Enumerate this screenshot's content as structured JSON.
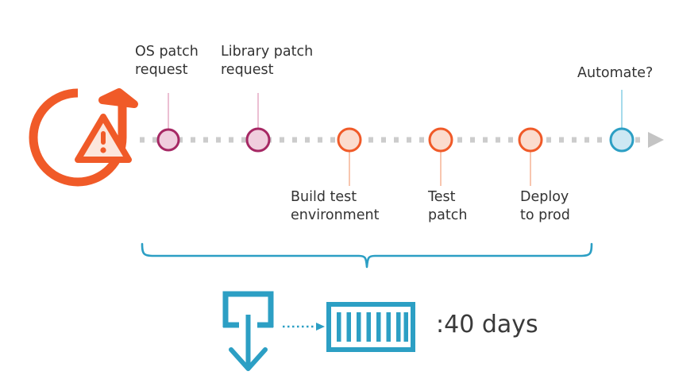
{
  "diagram": {
    "title_text_present": false,
    "colors": {
      "orange": "#F05A28",
      "orange_light": "#FBDCCE",
      "magenta": "#A62864",
      "magenta_light": "#F0CEDE",
      "blue": "#2C9FC4",
      "blue_light": "#CDE8F3",
      "gray_track": "#CCCCCC",
      "text": "#333333",
      "stem_pink": "#E8AFC8",
      "stem_orange": "#F7B89B",
      "stem_blue": "#8FD2E6"
    },
    "alert_icon": {
      "name": "recurring-warning-icon",
      "description": "circular arrow around warning triangle"
    },
    "timeline": {
      "axis_name": "timeline-track",
      "arrow_end": "timeline-arrowhead",
      "nodes": [
        {
          "id": "os-patch-request",
          "label": "OS patch\nrequest",
          "label_side": "above",
          "color": "magenta"
        },
        {
          "id": "library-patch-request",
          "label": "Library patch\nrequest",
          "label_side": "above",
          "color": "magenta"
        },
        {
          "id": "build-test-environment",
          "label": "Build test\nenvironment",
          "label_side": "below",
          "color": "orange"
        },
        {
          "id": "test-patch",
          "label": "Test\npatch",
          "label_side": "below",
          "color": "orange"
        },
        {
          "id": "deploy-to-prod",
          "label": "Deploy\nto prod",
          "label_side": "below",
          "color": "orange"
        },
        {
          "id": "automate",
          "label": "Automate?",
          "label_side": "above",
          "color": "blue"
        }
      ]
    },
    "labels": {
      "os_patch_line1": "OS patch",
      "os_patch_line2": "request",
      "library_patch_line1": "Library patch",
      "library_patch_line2": "request",
      "build_test_line1": "Build test",
      "build_test_line2": "environment",
      "test_patch_line1": "Test",
      "test_patch_line2": "patch",
      "deploy_prod_line1": "Deploy",
      "deploy_prod_line2": "to prod",
      "automate": "Automate?"
    },
    "brace": {
      "name": "duration-brace",
      "spans_nodes": [
        "os-patch-request",
        "deploy-to-prod"
      ]
    },
    "summary": {
      "deploy_icon_name": "deploy-download-icon",
      "container_icon_name": "container-icon",
      "container_bars": 8,
      "connector_name": "dotted-arrow-connector",
      "duration_text": ":40 days"
    }
  }
}
